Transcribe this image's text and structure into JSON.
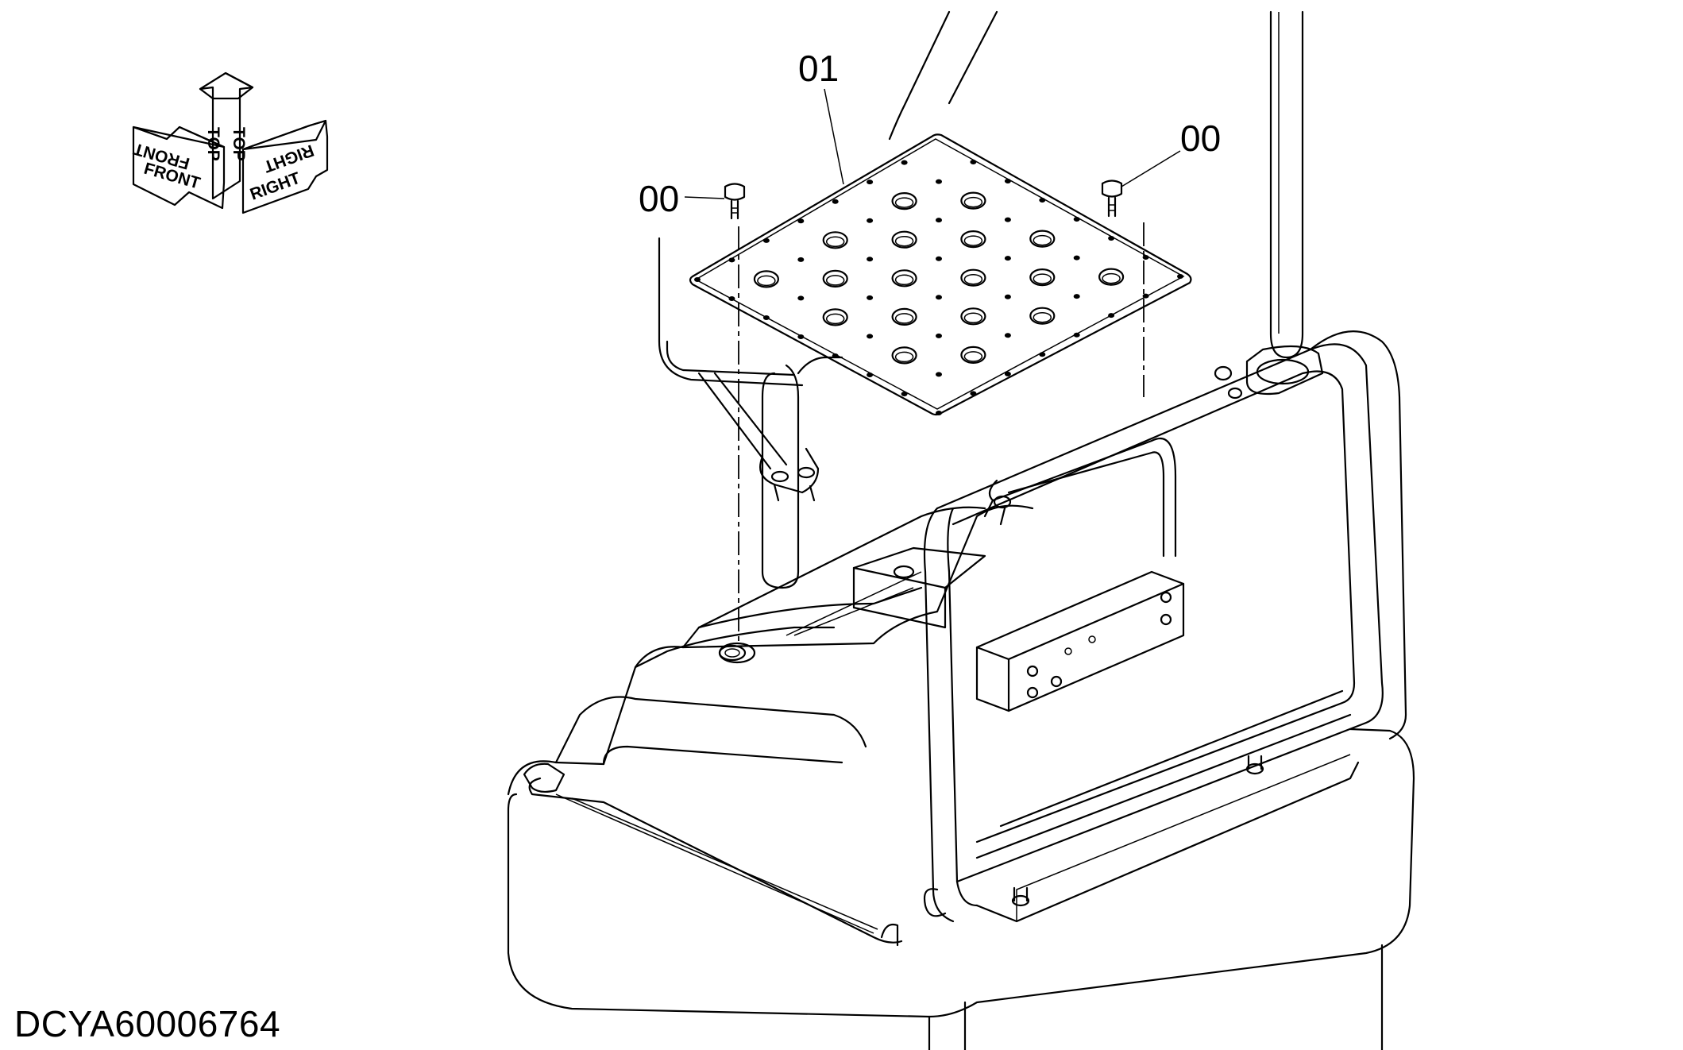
{
  "orientation": {
    "front_label": "FRONT",
    "top_label": "TOP",
    "right_label": "RIGHT"
  },
  "callouts": {
    "plate": "01",
    "bolt_left": "00",
    "bolt_right": "00"
  },
  "document_id": "DCYA60006764"
}
